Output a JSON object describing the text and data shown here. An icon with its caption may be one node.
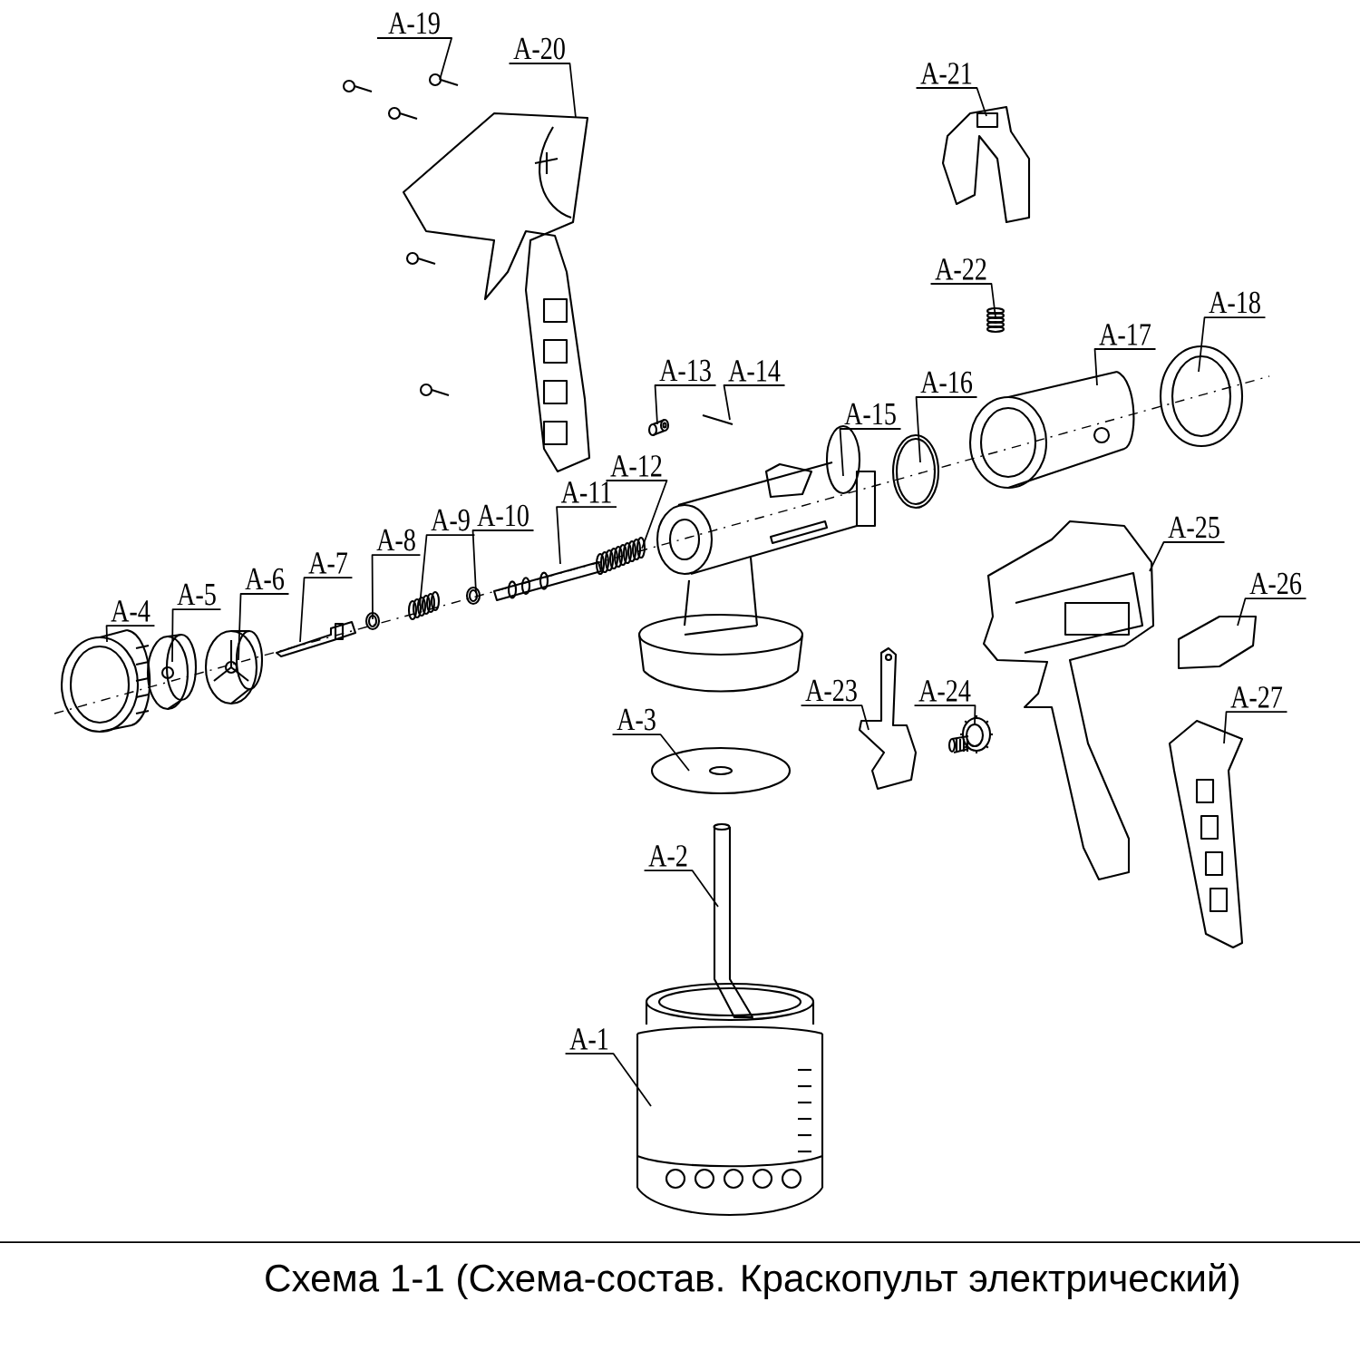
{
  "diagram": {
    "caption": "Схема 1-1 (Схема-состав. Краскопульт электрический)",
    "nodes": [
      {
        "text": [
          "A-1"
        ]
      },
      {
        "text": [
          "A-2"
        ]
      },
      {
        "text": [
          "A-3"
        ]
      },
      {
        "text": [
          "A-4"
        ]
      },
      {
        "text": [
          "A-5"
        ]
      },
      {
        "text": [
          "A-6"
        ]
      },
      {
        "text": [
          "A-7"
        ]
      },
      {
        "text": [
          "A-8"
        ]
      },
      {
        "text": [
          "A-9"
        ]
      },
      {
        "text": [
          "A-10"
        ]
      },
      {
        "text": [
          "A-11"
        ]
      },
      {
        "text": [
          "A-12"
        ]
      },
      {
        "text": [
          "A-13"
        ]
      },
      {
        "text": [
          "A-14"
        ]
      },
      {
        "text": [
          "A-15"
        ]
      },
      {
        "text": [
          "A-16"
        ]
      },
      {
        "text": [
          "A-17"
        ]
      },
      {
        "text": [
          "A-18"
        ]
      },
      {
        "text": [
          "A-19"
        ]
      },
      {
        "text": [
          "A-20"
        ]
      },
      {
        "text": [
          "A-21"
        ]
      },
      {
        "text": [
          "A-22"
        ]
      },
      {
        "text": [
          "A-23"
        ]
      },
      {
        "text": [
          "A-24"
        ]
      },
      {
        "text": [
          "A-25"
        ]
      },
      {
        "text": [
          "A-26"
        ]
      },
      {
        "text": [
          "A-27"
        ]
      },
      {
        "text": [],
        "shape": "picture"
      },
      {
        "text": [],
        "shape": "picture"
      },
      {
        "text": [],
        "shape": "picture"
      },
      {
        "text": [],
        "shape": "picture"
      },
      {
        "text": [],
        "shape": "picture"
      },
      {
        "text": [],
        "shape": "picture"
      },
      {
        "text": [],
        "shape": "picture"
      },
      {
        "text": [],
        "shape": "picture"
      },
      {
        "text": [],
        "shape": "picture"
      },
      {
        "text": [],
        "shape": "picture"
      },
      {
        "text": [],
        "shape": "picture"
      },
      {
        "text": [],
        "shape": "picture"
      },
      {
        "text": [],
        "shape": "picture"
      },
      {
        "text": [],
        "shape": "picture"
      },
      {
        "text": [],
        "shape": "picture"
      },
      {
        "text": [],
        "shape": "picture"
      },
      {
        "text": [],
        "shape": "picture"
      },
      {
        "text": [],
        "shape": "picture"
      },
      {
        "text": [],
        "shape": "picture"
      },
      {
        "text": [],
        "shape": "picture"
      },
      {
        "text": [],
        "shape": "picture"
      },
      {
        "text": [],
        "shape": "picture"
      },
      {
        "text": [],
        "shape": "picture"
      },
      {
        "text": [],
        "shape": "picture"
      },
      {
        "text": [],
        "shape": "picture"
      },
      {
        "text": [],
        "shape": "picture"
      },
      {
        "text": [],
        "shape": "picture"
      }
    ],
    "edges": [
      {
        "from": 0,
        "to": 27,
        "arrow": "none"
      },
      {
        "from": 1,
        "to": 28,
        "arrow": "none"
      },
      {
        "from": 2,
        "to": 29,
        "arrow": "none"
      },
      {
        "from": 3,
        "to": 30,
        "arrow": "none"
      },
      {
        "from": 4,
        "to": 31,
        "arrow": "none"
      },
      {
        "from": 5,
        "to": 32,
        "arrow": "none"
      },
      {
        "from": 6,
        "to": 33,
        "arrow": "none"
      },
      {
        "from": 7,
        "to": 34,
        "arrow": "none"
      },
      {
        "from": 8,
        "to": 35,
        "arrow": "none"
      },
      {
        "from": 9,
        "to": 36,
        "arrow": "none"
      },
      {
        "from": 10,
        "to": 37,
        "arrow": "none"
      },
      {
        "from": 11,
        "to": 38,
        "arrow": "none"
      },
      {
        "from": 12,
        "to": 39,
        "arrow": "none"
      },
      {
        "from": 13,
        "to": 40,
        "arrow": "none"
      },
      {
        "from": 14,
        "to": 41,
        "arrow": "none"
      },
      {
        "from": 15,
        "to": 42,
        "arrow": "none"
      },
      {
        "from": 16,
        "to": 43,
        "arrow": "none"
      },
      {
        "from": 17,
        "to": 44,
        "arrow": "none"
      },
      {
        "from": 18,
        "to": 45,
        "arrow": "none"
      },
      {
        "from": 19,
        "to": 46,
        "arrow": "none"
      },
      {
        "from": 20,
        "to": 47,
        "arrow": "none"
      },
      {
        "from": 21,
        "to": 48,
        "arrow": "none"
      },
      {
        "from": 22,
        "to": 49,
        "arrow": "none"
      },
      {
        "from": 23,
        "to": 50,
        "arrow": "none"
      },
      {
        "from": 24,
        "to": 51,
        "arrow": "none"
      },
      {
        "from": 25,
        "to": 52,
        "arrow": "none"
      },
      {
        "from": 26,
        "to": 53,
        "arrow": "none"
      }
    ]
  }
}
